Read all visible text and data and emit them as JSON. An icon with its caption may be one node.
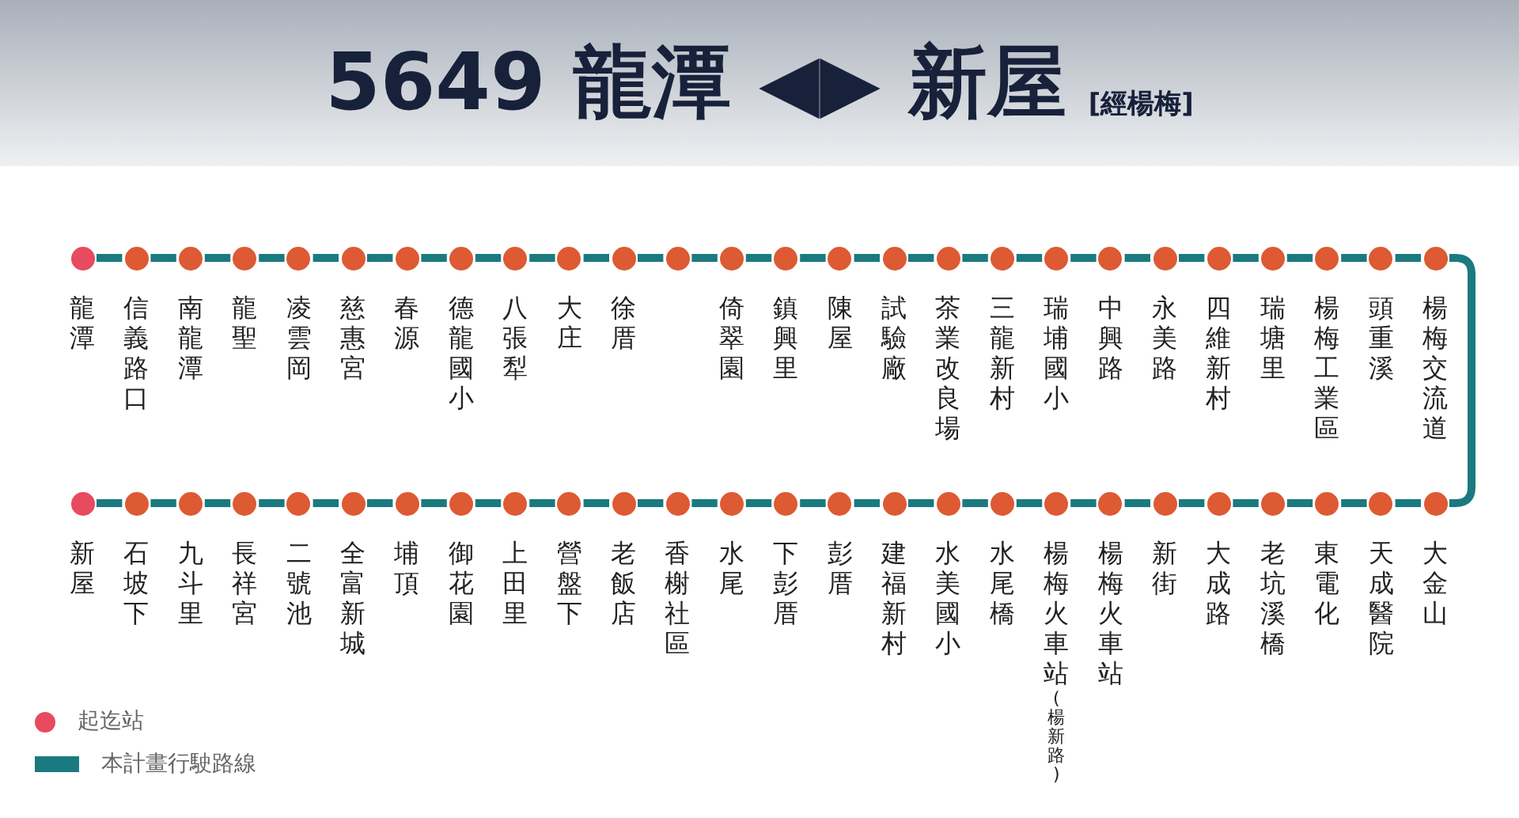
{
  "diagram": {
    "title": "5649 龍潭 ◀▶ 新屋",
    "nodes": [
      {
        "text": [
          "龍潭"
        ]
      },
      {
        "text": [
          "信義路口"
        ]
      },
      {
        "text": [
          "南龍潭"
        ]
      },
      {
        "text": [
          "龍聖"
        ]
      },
      {
        "text": [
          "凌雲岡"
        ]
      },
      {
        "text": [
          "慈惠宮"
        ]
      },
      {
        "text": [
          "春源"
        ]
      },
      {
        "text": [
          "德龍國小"
        ]
      },
      {
        "text": [
          "八張犁"
        ]
      },
      {
        "text": [
          "大庄"
        ]
      },
      {
        "text": [
          "徐厝"
        ]
      },
      {
        "text": [],
        "shape": "circle"
      },
      {
        "text": [
          "倚翠園"
        ]
      },
      {
        "text": [
          "鎮興里"
        ]
      },
      {
        "text": [
          "陳屋"
        ]
      },
      {
        "text": [
          "試驗廠"
        ]
      },
      {
        "text": [
          "茶業改良場"
        ]
      },
      {
        "text": [
          "三龍新村"
        ]
      },
      {
        "text": [
          "瑞埔國小"
        ]
      },
      {
        "text": [
          "中興路"
        ]
      },
      {
        "text": [
          "永美路"
        ]
      },
      {
        "text": [
          "四維新村"
        ]
      },
      {
        "text": [
          "瑞塘里"
        ]
      },
      {
        "text": [
          "楊梅工業區"
        ]
      },
      {
        "text": [
          "頭重溪"
        ]
      },
      {
        "text": [
          "楊梅交流道"
        ]
      },
      {
        "text": [
          "新屋"
        ]
      },
      {
        "text": [
          "石坡下"
        ]
      },
      {
        "text": [
          "九斗里"
        ]
      },
      {
        "text": [
          "長祥宮"
        ]
      },
      {
        "text": [
          "二號池"
        ]
      },
      {
        "text": [
          "全富新城"
        ]
      },
      {
        "text": [
          "埔頂"
        ]
      },
      {
        "text": [
          "御花園"
        ]
      },
      {
        "text": [
          "上田里"
        ]
      },
      {
        "text": [
          "營盤下"
        ]
      },
      {
        "text": [
          "老飯店"
        ]
      },
      {
        "text": [
          "香榭社區"
        ]
      },
      {
        "text": [
          "水尾"
        ]
      },
      {
        "text": [
          "下彭厝"
        ]
      },
      {
        "text": [
          "彭厝"
        ]
      },
      {
        "text": [
          "建福新村"
        ]
      },
      {
        "text": [
          "水美國小"
        ]
      },
      {
        "text": [
          "水尾橋"
        ]
      },
      {
        "text": [
          "楊梅火車站",
          "(楊新路)"
        ]
      },
      {
        "text": [
          "楊梅火車站"
        ]
      },
      {
        "text": [
          "新街"
        ]
      },
      {
        "text": [
          "大成路"
        ]
      },
      {
        "text": [
          "老坑溪橋"
        ]
      },
      {
        "text": [
          "東電化"
        ]
      },
      {
        "text": [
          "天成醫院"
        ]
      },
      {
        "text": [
          "大金山"
        ]
      }
    ],
    "edges": [
      {
        "from": 0,
        "to": 1,
        "arrow": "none"
      },
      {
        "from": 1,
        "to": 2,
        "arrow": "none"
      },
      {
        "from": 2,
        "to": 3,
        "arrow": "none"
      },
      {
        "from": 3,
        "to": 4,
        "arrow": "none"
      },
      {
        "from": 4,
        "to": 5,
        "arrow": "none"
      },
      {
        "from": 5,
        "to": 6,
        "arrow": "none"
      },
      {
        "from": 6,
        "to": 7,
        "arrow": "none"
      },
      {
        "from": 7,
        "to": 8,
        "arrow": "none"
      },
      {
        "from": 8,
        "to": 9,
        "arrow": "none"
      },
      {
        "from": 9,
        "to": 10,
        "arrow": "none"
      },
      {
        "from": 10,
        "to": 11,
        "arrow": "none"
      },
      {
        "from": 11,
        "to": 12,
        "arrow": "none"
      },
      {
        "from": 12,
        "to": 13,
        "arrow": "none"
      },
      {
        "from": 13,
        "to": 14,
        "arrow": "none"
      },
      {
        "from": 14,
        "to": 15,
        "arrow": "none"
      },
      {
        "from": 15,
        "to": 16,
        "arrow": "none"
      },
      {
        "from": 16,
        "to": 17,
        "arrow": "none"
      },
      {
        "from": 17,
        "to": 18,
        "arrow": "none"
      },
      {
        "from": 18,
        "to": 19,
        "arrow": "none"
      },
      {
        "from": 19,
        "to": 20,
        "arrow": "none"
      },
      {
        "from": 20,
        "to": 21,
        "arrow": "none"
      },
      {
        "from": 21,
        "to": 22,
        "arrow": "none"
      },
      {
        "from": 22,
        "to": 23,
        "arrow": "none"
      },
      {
        "from": 23,
        "to": 24,
        "arrow": "none"
      },
      {
        "from": 24,
        "to": 25,
        "arrow": "none"
      },
      {
        "from": 25,
        "to": 51,
        "arrow": "none"
      },
      {
        "from": 51,
        "to": 50,
        "arrow": "none"
      },
      {
        "from": 50,
        "to": 49,
        "arrow": "none"
      },
      {
        "from": 49,
        "to": 48,
        "arrow": "none"
      },
      {
        "from": 48,
        "to": 47,
        "arrow": "none"
      },
      {
        "from": 47,
        "to": 46,
        "arrow": "none"
      },
      {
        "from": 46,
        "to": 45,
        "arrow": "none"
      },
      {
        "from": 45,
        "to": 44,
        "arrow": "none"
      },
      {
        "from": 44,
        "to": 43,
        "arrow": "none"
      },
      {
        "from": 43,
        "to": 42,
        "arrow": "none"
      },
      {
        "from": 42,
        "to": 41,
        "arrow": "none"
      },
      {
        "from": 41,
        "to": 40,
        "arrow": "none"
      },
      {
        "from": 40,
        "to": 39,
        "arrow": "none"
      },
      {
        "from": 39,
        "to": 38,
        "arrow": "none"
      },
      {
        "from": 38,
        "to": 37,
        "arrow": "none"
      },
      {
        "from": 37,
        "to": 36,
        "arrow": "none"
      },
      {
        "from": 36,
        "to": 35,
        "arrow": "none"
      },
      {
        "from": 35,
        "to": 34,
        "arrow": "none"
      },
      {
        "from": 34,
        "to": 33,
        "arrow": "none"
      },
      {
        "from": 33,
        "to": 32,
        "arrow": "none"
      },
      {
        "from": 32,
        "to": 31,
        "arrow": "none"
      },
      {
        "from": 31,
        "to": 30,
        "arrow": "none"
      },
      {
        "from": 30,
        "to": 29,
        "arrow": "none"
      },
      {
        "from": 29,
        "to": 28,
        "arrow": "none"
      },
      {
        "from": 28,
        "to": 27,
        "arrow": "none"
      },
      {
        "from": 27,
        "to": 26,
        "arrow": "none"
      }
    ],
    "labels": [
      "[經楊梅]"
    ],
    "legend": [
      {
        "text": "起迄站",
        "color": "#e84a5f"
      },
      {
        "text": "本計畫行駛路線",
        "color": "#1a7a80"
      }
    ]
  }
}
